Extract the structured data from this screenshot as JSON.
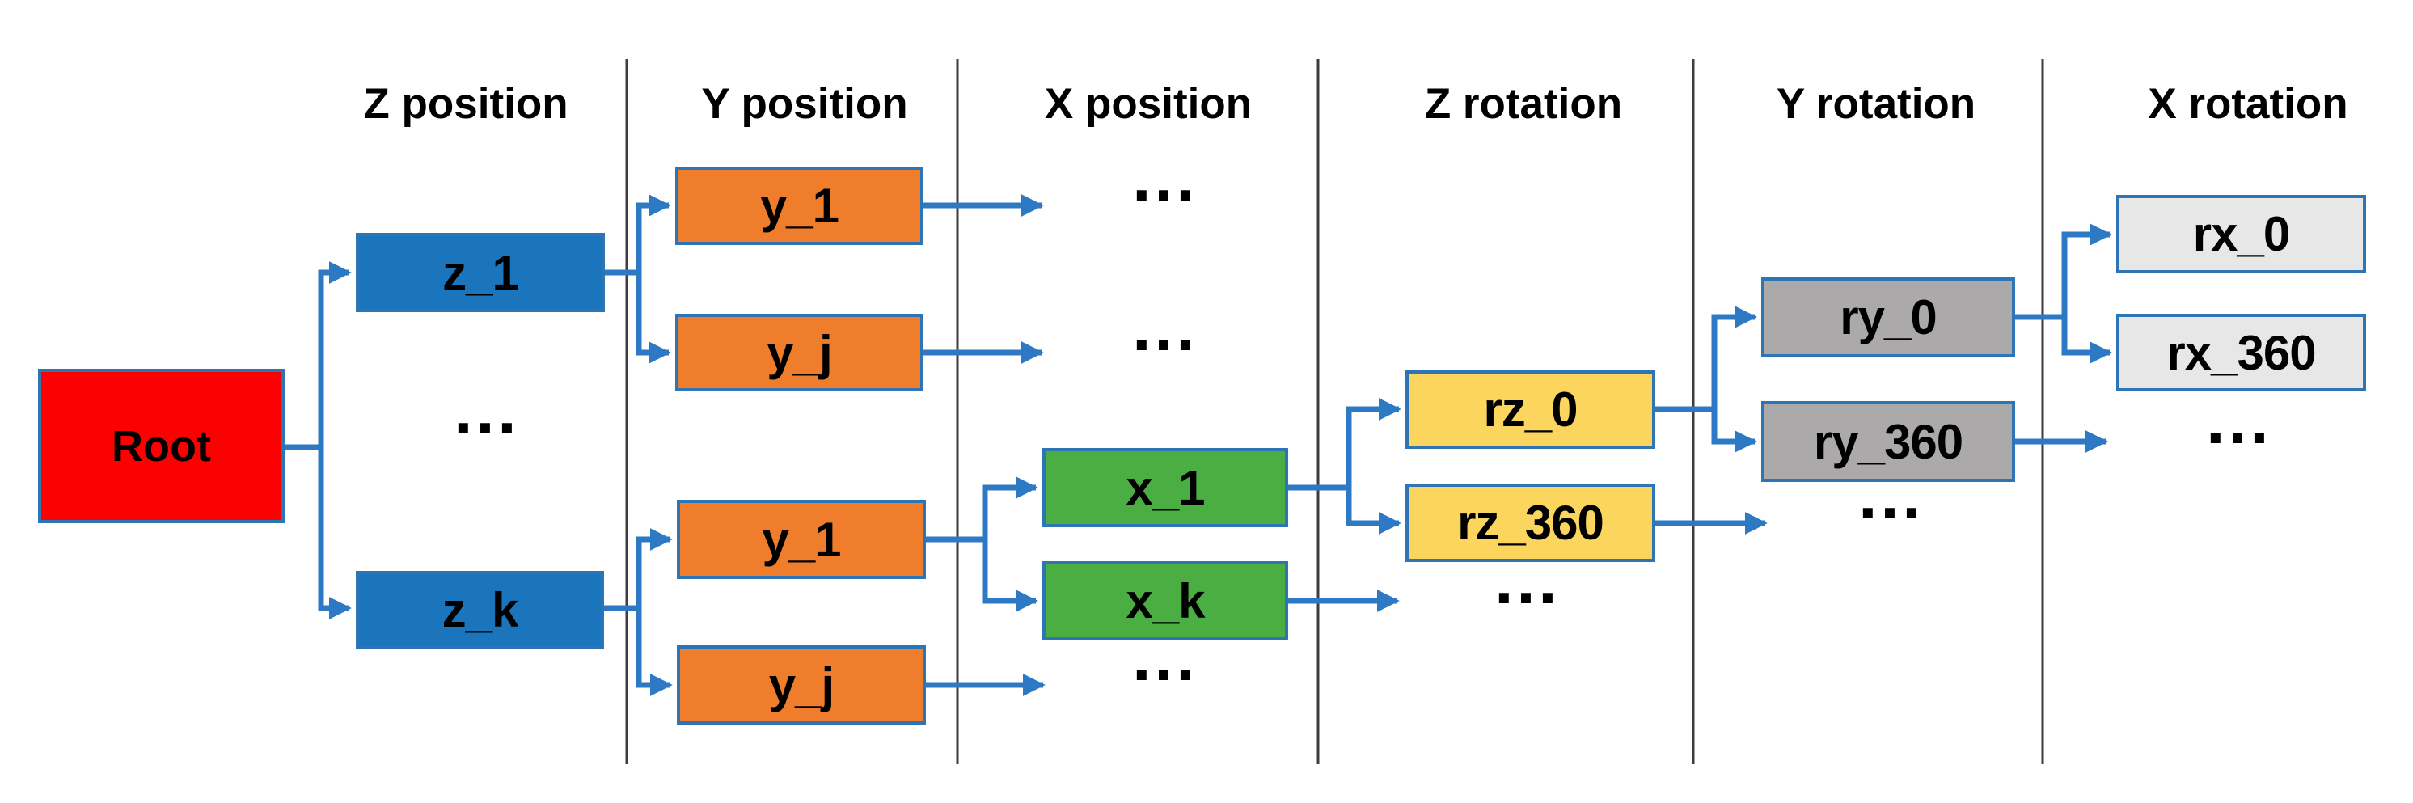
{
  "diagram": {
    "columns": [
      {
        "label": "Z position"
      },
      {
        "label": "Y position"
      },
      {
        "label": "X position"
      },
      {
        "label": "Z rotation"
      },
      {
        "label": "Y rotation"
      },
      {
        "label": "X rotation"
      }
    ],
    "root_label": "Root",
    "nodes": {
      "z_1": "z_1",
      "z_k": "z_k",
      "y_1_top": "y_1",
      "y_j_top": "y_j",
      "y_1_bottom": "y_1",
      "y_j_bottom": "y_j",
      "x_1": "x_1",
      "x_k": "x_k",
      "rz_0": "rz_0",
      "rz_360": "rz_360",
      "ry_0": "ry_0",
      "ry_360": "ry_360",
      "rx_0": "rx_0",
      "rx_360": "rx_360"
    },
    "ellipsis": "…"
  },
  "colors": {
    "root": "#FC0101",
    "z": "#1B75BC",
    "y": "#F07D2B",
    "x": "#4AAE42",
    "rz": "#FBD55E",
    "ry": "#ABA9A9",
    "rx": "#E8E7E7",
    "border": "#2E75B6",
    "arrow": "#2E79C4",
    "divider": "#3D3D3D",
    "text": "#000000"
  }
}
